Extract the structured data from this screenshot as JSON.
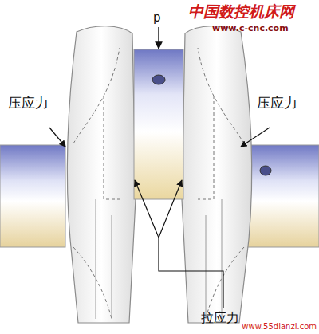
{
  "diagram": {
    "labels": [
      "p",
      "压应力",
      "压应力",
      "拉应力",
      "中国数控机床网",
      "www.c-cnc.com",
      "www.55dianzi.com"
    ]
  }
}
